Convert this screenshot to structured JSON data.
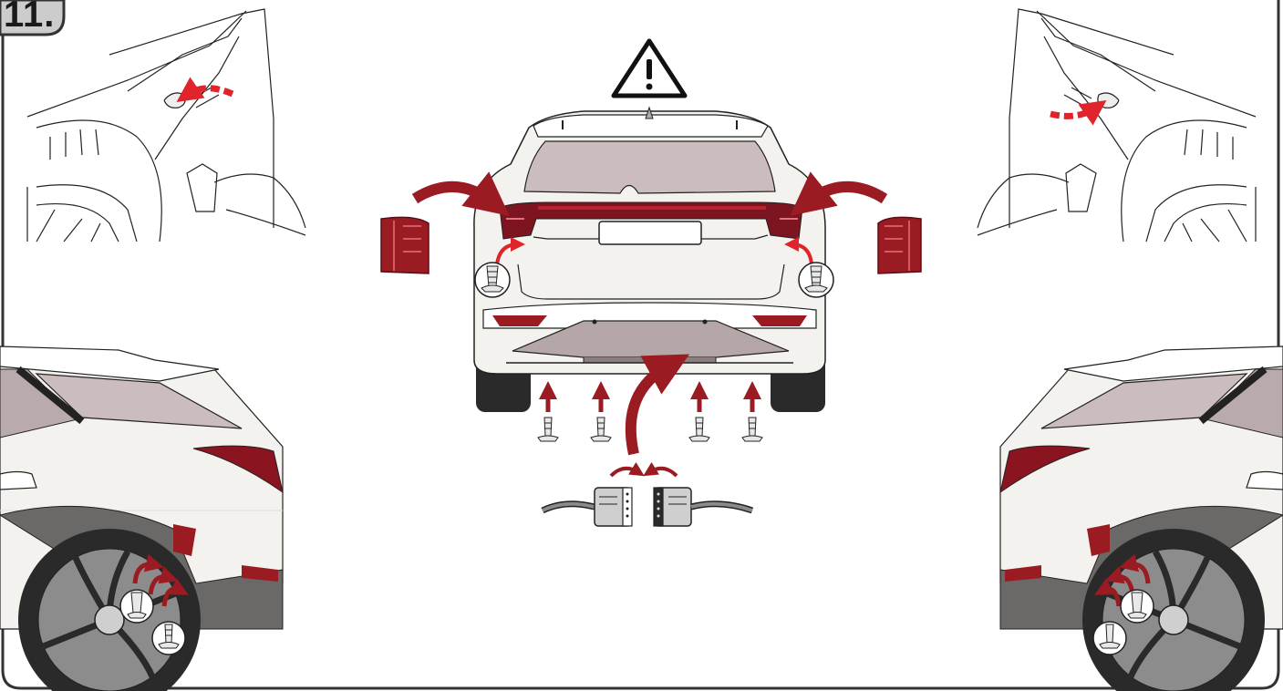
{
  "step": {
    "number": "11."
  },
  "colors": {
    "frame": "#333333",
    "badge_fill": "#cccccc",
    "arrow_dark": "#9a1c22",
    "arrow_bright": "#e0242b",
    "lamp_dark": "#7d1520",
    "lamp_mid": "#b7242e",
    "body_white": "#f4f2ef",
    "glass": "#cbbdbd",
    "trim_grey": "#6b6868",
    "tire": "#2a2a2a",
    "skid_plate": "#b5a7a7"
  },
  "icons": {
    "warning": "warning-triangle-icon",
    "connector": "electrical-connector-icon",
    "screw": "screw-clip-icon",
    "push_rivet": "push-rivet-icon",
    "arrow": "curved-arrow-icon"
  },
  "panels": {
    "top_left": "trunk-lining-fastener-left",
    "top_right": "trunk-lining-fastener-right",
    "center": "rear-bumper-removal",
    "bottom_left": "rear-wheel-arch-left",
    "bottom_right": "rear-wheel-arch-right"
  }
}
